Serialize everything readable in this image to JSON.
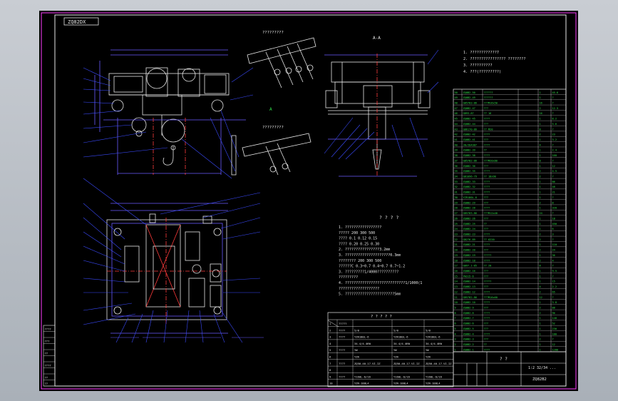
{
  "drawing_code": "ZQ82DX",
  "title_block": {
    "scale": "1:2  32/34  ...",
    "drawing_no": "ZQ82B2",
    "question": "? ?"
  },
  "views": {
    "section_mark": "A-A",
    "hoist_detail": "?????????",
    "lower_detail": "?????????"
  },
  "notes_top": [
    "1. ????????????7",
    "2. ???????????????? ????????",
    "3. ??????????",
    "4. ???(?????????)"
  ],
  "tech_requirements": {
    "heading": "? ? ? ?",
    "lines": [
      "1. ????????????????? ",
      "         ?????     200      300      500",
      "         ????      0.1      0.12      0.15",
      "         ????      0.20     0.25      0.30",
      "2. ????????????????3.2mm",
      "3. ?????????????????????0.3mm",
      "   ????????     200      300      500",
      "   ??????C      0.3~0.7   0.4~0.7   0.7~1.2",
      "3. ?????????1/4000??????????",
      "   ?????????",
      "4. ????????????????????????????1/1000(1",
      "   ???????????????????",
      "5. ???????????????????????5mm"
    ]
  },
  "spec_table_heading": "? ? ? ? ?",
  "spec_table_rows": [
    [
      "1",
      "?????",
      "",
      "",
      ""
    ],
    [
      "2",
      "????",
      "5/8",
      "5/8",
      "5/8"
    ],
    [
      "3",
      "????",
      "YZR180L-6",
      "YZR180L-6",
      "YZR180L-6"
    ],
    [
      "4",
      "",
      "34.4/4.4KW",
      "34.4/4.4KW",
      "34.4/4.4KW"
    ],
    [
      "5",
      "????",
      "YW",
      "YW",
      "YW"
    ],
    [
      "6",
      "",
      "YZR",
      "YZR",
      "YZR"
    ],
    [
      "7",
      "????",
      "ZQ50-40.17-VI-IZ",
      "ZQ50-40.17-VI-IZ",
      "ZQ50-40.17-VI-IZ"
    ],
    [
      "8",
      "",
      "",
      "",
      ""
    ],
    [
      "9",
      "????",
      "Y160L-6/16",
      "Y160L-6/16",
      "Y160L-6/16"
    ],
    [
      "10",
      "",
      "YZR-180L4",
      "YZR-180L4",
      "YZR-180L4"
    ]
  ],
  "bom_rows": [
    [
      "50",
      "ZQ8B2-50",
      "??????",
      "1",
      "45.6"
    ],
    [
      "49",
      "ZQ8B2-49",
      "??????",
      "1",
      "?"
    ],
    [
      "48",
      "GB5783-86",
      "???M16x50",
      "16",
      "?"
    ],
    [
      "47",
      "ZQ8B2-47",
      "???",
      "2",
      "12.5"
    ],
    [
      "46",
      "GB93-87",
      "?? 16",
      "16",
      "?"
    ],
    [
      "45",
      "ZQ8B2-45",
      "????",
      "1",
      "8.2"
    ],
    [
      "44",
      "ZQ8B2-44",
      "???",
      "1",
      "5.6"
    ],
    [
      "43",
      "GB6170-86",
      "?? M20",
      "8",
      "?"
    ],
    [
      "42",
      "ZQ8B2-42",
      "????",
      "2",
      "23"
    ],
    [
      "41",
      "ZQ8B2-41",
      "???",
      "1",
      "3.2"
    ],
    [
      "40",
      "JB/ZQ4387",
      "????",
      "4",
      "?"
    ],
    [
      "39",
      "ZQ8B2-39",
      "??",
      "1",
      "2.4"
    ],
    [
      "38",
      "ZQ8B2-38",
      "????",
      "1",
      "160"
    ],
    [
      "37",
      "GB5782-86",
      "???M20x80",
      "8",
      "?"
    ],
    [
      "36",
      "ZQ8B2-36",
      "???",
      "1",
      "12"
    ],
    [
      "35",
      "ZQ8B2-35",
      "????",
      "2",
      "4.5"
    ],
    [
      "34",
      "GB1096-79",
      "?? 18x90",
      "2",
      "?"
    ],
    [
      "33",
      "ZQ8B2-33",
      "????",
      "1",
      "86"
    ],
    [
      "32",
      "ZQ8B2-32",
      "????",
      "1",
      "48"
    ],
    [
      "31",
      "ZQ8B2-31",
      "????",
      "1",
      "21"
    ],
    [
      "30",
      "YZR180L-6",
      "???",
      "1",
      "?"
    ],
    [
      "29",
      "ZQ8B2-29",
      "???",
      "2",
      "8"
    ],
    [
      "28",
      "ZQ8B2-28",
      "????",
      "1",
      "320"
    ],
    [
      "27",
      "GB5783-86",
      "???M12x40",
      "24",
      "?"
    ],
    [
      "26",
      "ZQ8B2-26",
      "???",
      "1",
      "18"
    ],
    [
      "25",
      "ZQ8B2-25",
      "??",
      "1",
      "450"
    ],
    [
      "24",
      "ZQ8B2-24",
      "???",
      "1",
      "6"
    ],
    [
      "23",
      "ZQ8B2-23",
      "????",
      "2",
      "3"
    ],
    [
      "22",
      "GB276-89",
      "?? 6220",
      "2",
      "?"
    ],
    [
      "21",
      "ZQ8B2-21",
      "????",
      "1",
      "110"
    ],
    [
      "20",
      "ZQ8B2-20",
      "???",
      "2",
      "24"
    ],
    [
      "19",
      "ZQ8B2-19",
      "?????",
      "1",
      "36"
    ],
    [
      "18",
      "ZQ8B2-18",
      "????",
      "2",
      "4"
    ],
    [
      "17",
      "GB97.1-85",
      "?? 20",
      "8",
      "?"
    ],
    [
      "16",
      "ZQ8B2-16",
      "???",
      "1",
      "9.5"
    ],
    [
      "15",
      "YW315-6",
      "???",
      "1",
      "?"
    ],
    [
      "14",
      "ZQ8B2-14",
      "?????",
      "1",
      "15"
    ],
    [
      "13",
      "ZQ8B2-13",
      "???",
      "4",
      "2.2"
    ],
    [
      "12",
      "ZQ8B2-12",
      "????",
      "2",
      "65"
    ],
    [
      "11",
      "GB5782-86",
      "???M16x60",
      "12",
      "?"
    ],
    [
      "10",
      "ZQ8B2-10",
      "????",
      "1",
      "3.8"
    ],
    [
      "9",
      "ZQ8B2-9",
      "???",
      "2",
      "88"
    ],
    [
      "8",
      "ZQ8B2-8",
      "????",
      "2",
      "96"
    ],
    [
      "7",
      "ZQ8B2-7",
      "????",
      "1",
      "140"
    ],
    [
      "6",
      "ZQ8B2-6",
      "???",
      "1",
      "52"
    ],
    [
      "5",
      "ZQ8B2-5",
      "???",
      "1",
      "230"
    ],
    [
      "4",
      "ZQ8B2-4",
      "????",
      "1",
      "180"
    ],
    [
      "3",
      "ZQ8B2-3",
      "???",
      "2",
      "7"
    ],
    [
      "2",
      "ZQ8B2-2",
      "??",
      "1",
      "12"
    ],
    [
      "1",
      "ZQ8B2-1",
      "????",
      "1",
      "1280"
    ]
  ],
  "left_block_rows": [
    "????",
    "",
    "???",
    "",
    "??",
    "",
    "????",
    "",
    "??",
    "??"
  ],
  "colors": {
    "background": "#000000",
    "border": "#ff3dff",
    "lines": "#e8e8e8",
    "table_text": "#31e04a",
    "dimension": "#6a5bff",
    "leader": "#3b4bff",
    "centerline": "#ff3b3b",
    "hatch_outline": "#4a8dff"
  }
}
